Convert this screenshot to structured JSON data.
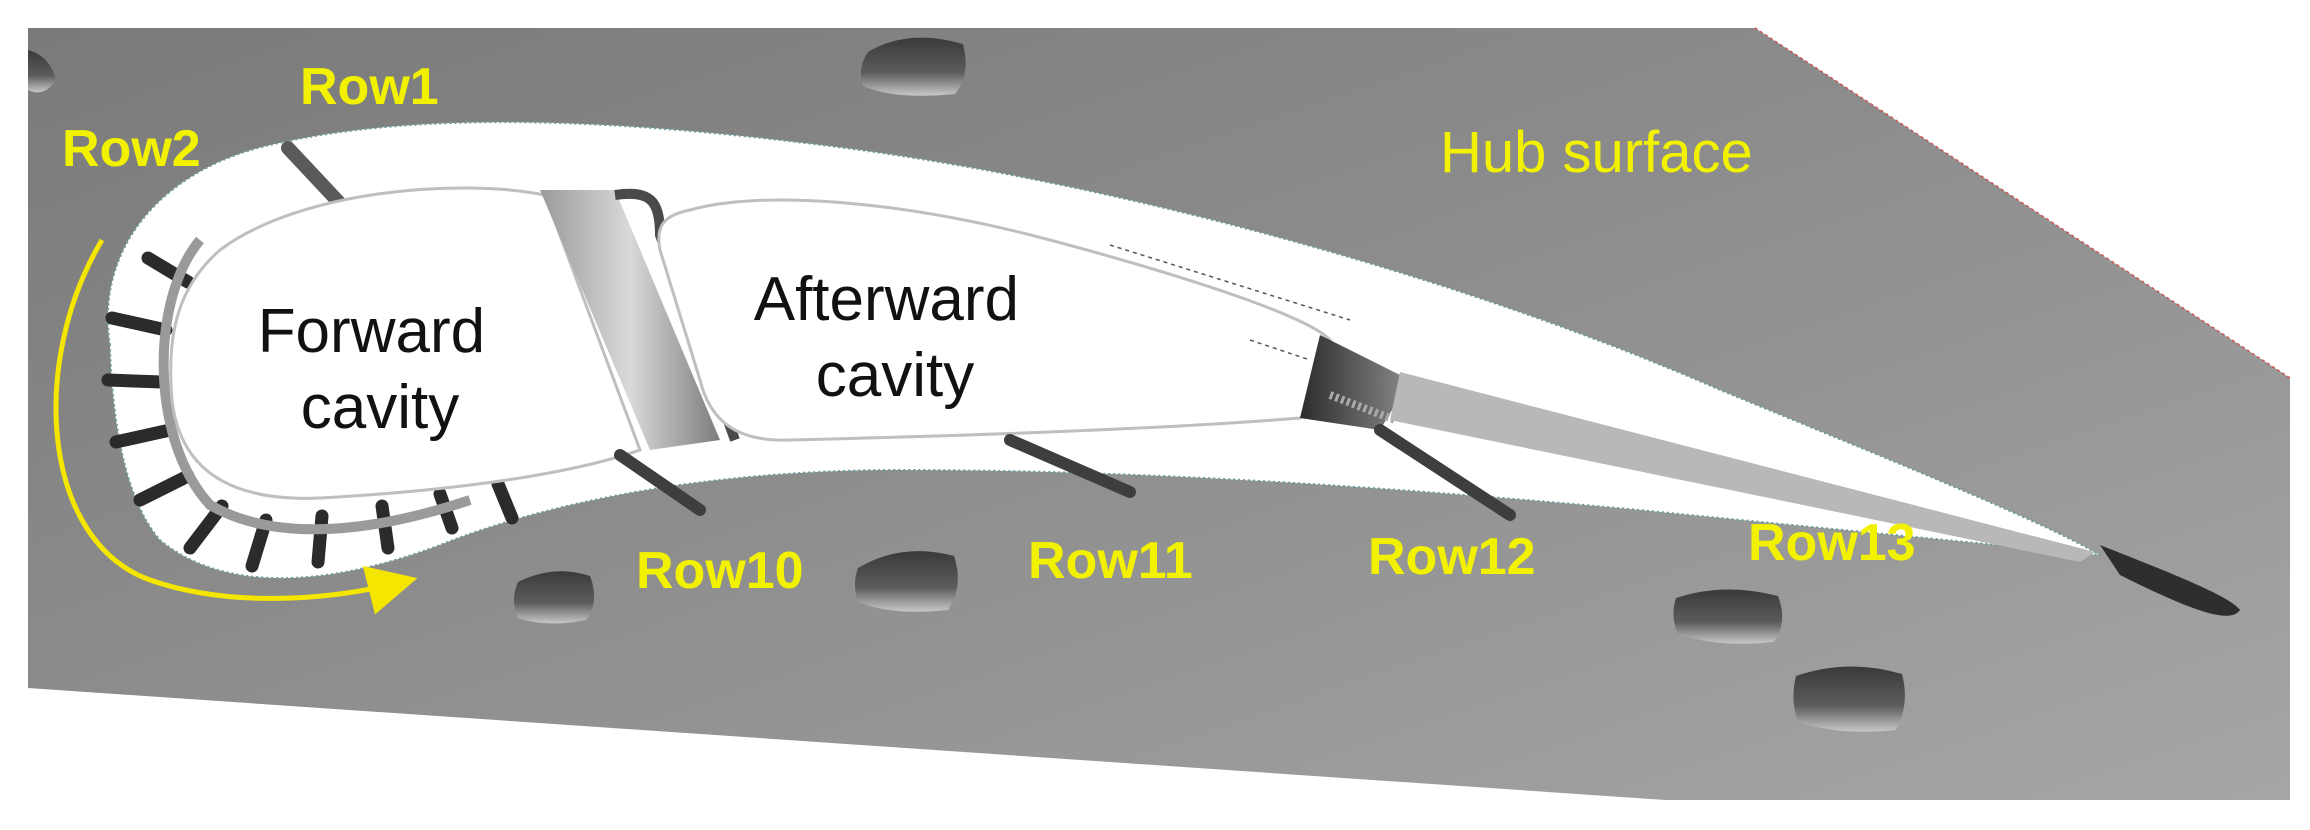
{
  "labels": {
    "hub_surface": "Hub surface",
    "forward_cavity": [
      "Forward",
      "cavity"
    ],
    "afterward_cavity": [
      "Afterward",
      "cavity"
    ],
    "rows": {
      "row1": "Row1",
      "row2": "Row2",
      "row10": "Row10",
      "row11": "Row11",
      "row12": "Row12",
      "row13": "Row13"
    }
  },
  "colors": {
    "label_highlight": "#f2f200",
    "flow_arrow": "#f5e600",
    "hub_surface": "#8a8a8a",
    "cavity_fill": "#ffffff",
    "cavity_text": "#111111"
  },
  "icons": {
    "flow_arrow": "curved-arrow-icon"
  }
}
